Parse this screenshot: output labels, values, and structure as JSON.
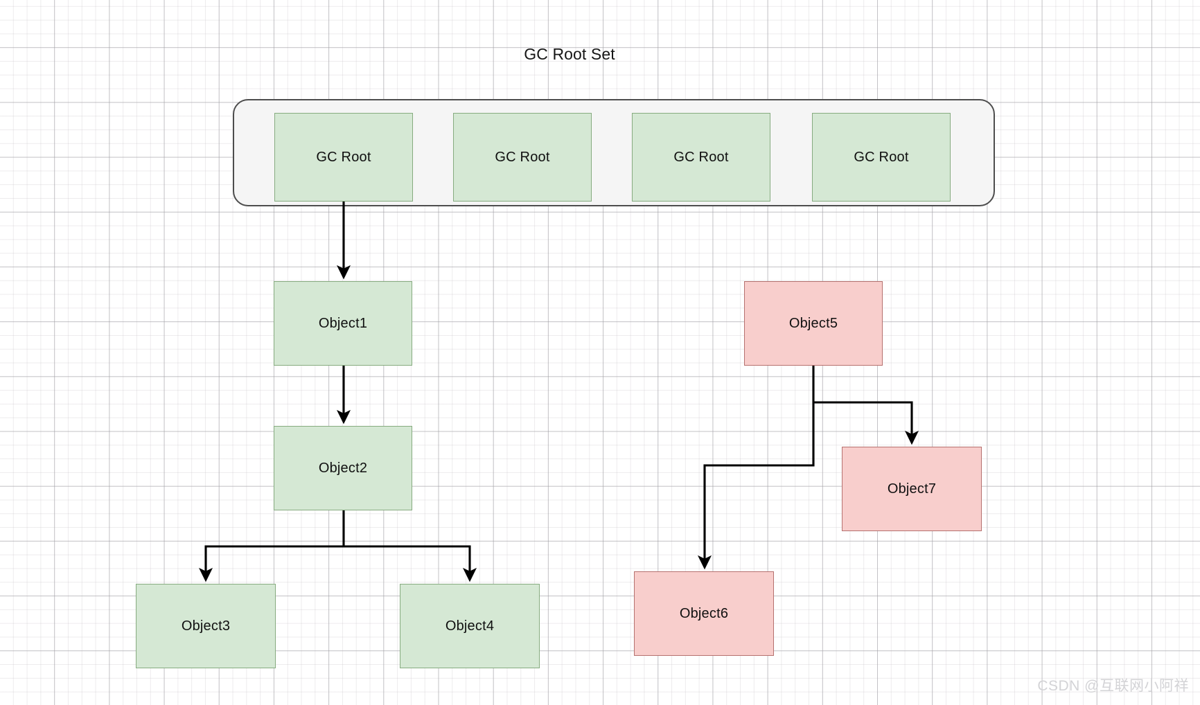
{
  "diagram": {
    "title": "GC Root Set",
    "root_set": {
      "label": "GC Root Set",
      "roots": [
        {
          "label": "GC Root"
        },
        {
          "label": "GC Root"
        },
        {
          "label": "GC Root"
        },
        {
          "label": "GC Root"
        }
      ]
    },
    "nodes": {
      "object1": {
        "label": "Object1",
        "state": "reachable",
        "color": "#d5e8d4"
      },
      "object2": {
        "label": "Object2",
        "state": "reachable",
        "color": "#d5e8d4"
      },
      "object3": {
        "label": "Object3",
        "state": "reachable",
        "color": "#d5e8d4"
      },
      "object4": {
        "label": "Object4",
        "state": "reachable",
        "color": "#d5e8d4"
      },
      "object5": {
        "label": "Object5",
        "state": "unreachable",
        "color": "#f8cecc"
      },
      "object6": {
        "label": "Object6",
        "state": "unreachable",
        "color": "#f8cecc"
      },
      "object7": {
        "label": "Object7",
        "state": "unreachable",
        "color": "#f8cecc"
      }
    },
    "edges": [
      {
        "from": "gc-root-1",
        "to": "object1"
      },
      {
        "from": "object1",
        "to": "object2"
      },
      {
        "from": "object2",
        "to": "object3"
      },
      {
        "from": "object2",
        "to": "object4"
      },
      {
        "from": "object5",
        "to": "object6"
      },
      {
        "from": "object5",
        "to": "object7"
      }
    ],
    "colors": {
      "reachable_fill": "#d5e8d4",
      "reachable_stroke": "#86ab7f",
      "unreachable_fill": "#f8cecc",
      "unreachable_stroke": "#b5706e",
      "container_fill": "#f5f5f5",
      "container_stroke": "#4d4d4d",
      "edge_stroke": "#000000"
    }
  },
  "watermark": "CSDN @互联网小阿祥"
}
